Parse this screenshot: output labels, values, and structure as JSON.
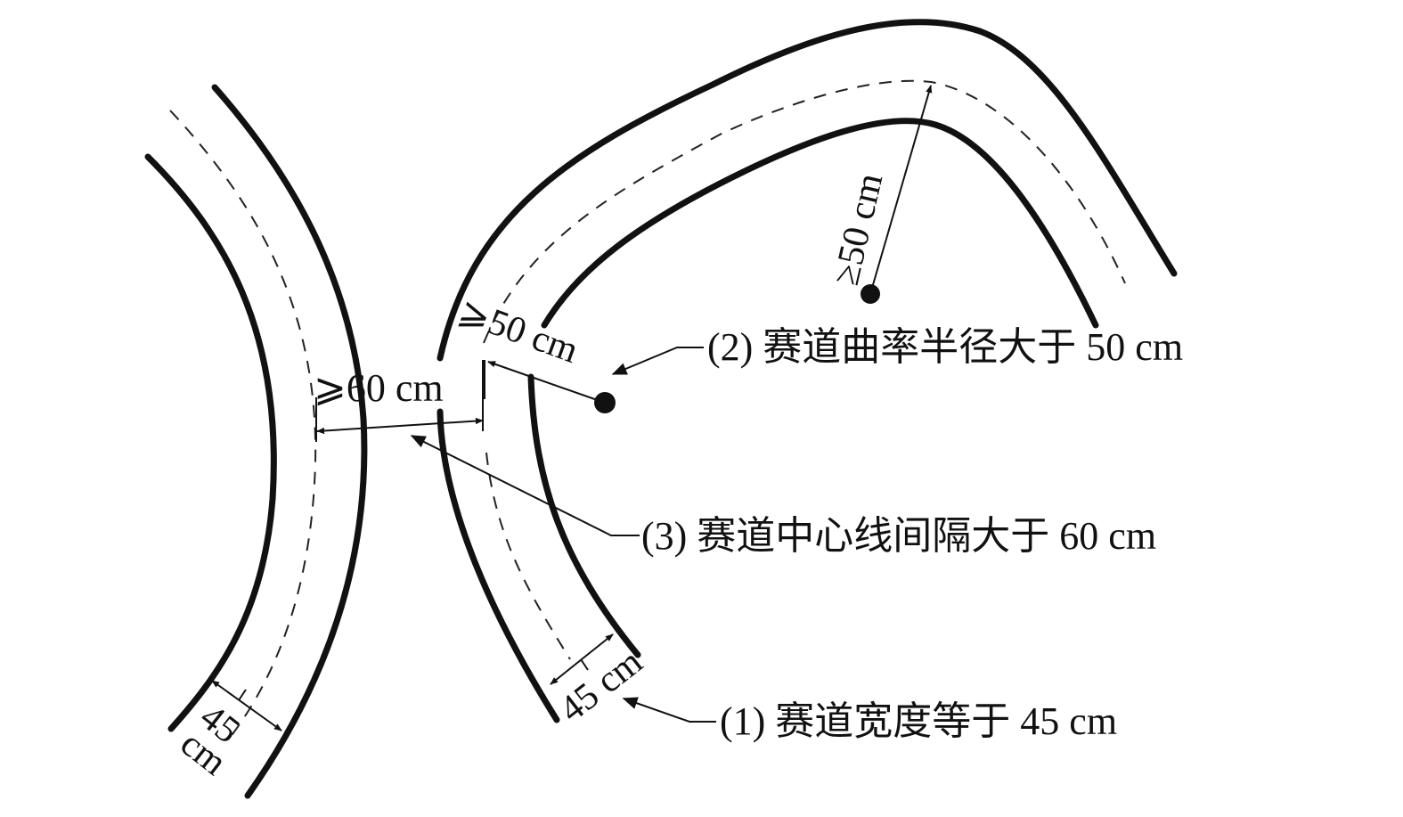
{
  "dimensions": {
    "radius_top": "≥50 cm",
    "radius_left": "⩾50 cm",
    "gap": "⩾60 cm",
    "width_left": "45",
    "width_left_unit": "cm",
    "width_right": "45 cm"
  },
  "annotations": {
    "rule_1": "(1) 赛道宽度等于 45 cm",
    "rule_2": "(2) 赛道曲率半径大于 50 cm",
    "rule_3": "(3) 赛道中心线间隔大于 60 cm"
  }
}
